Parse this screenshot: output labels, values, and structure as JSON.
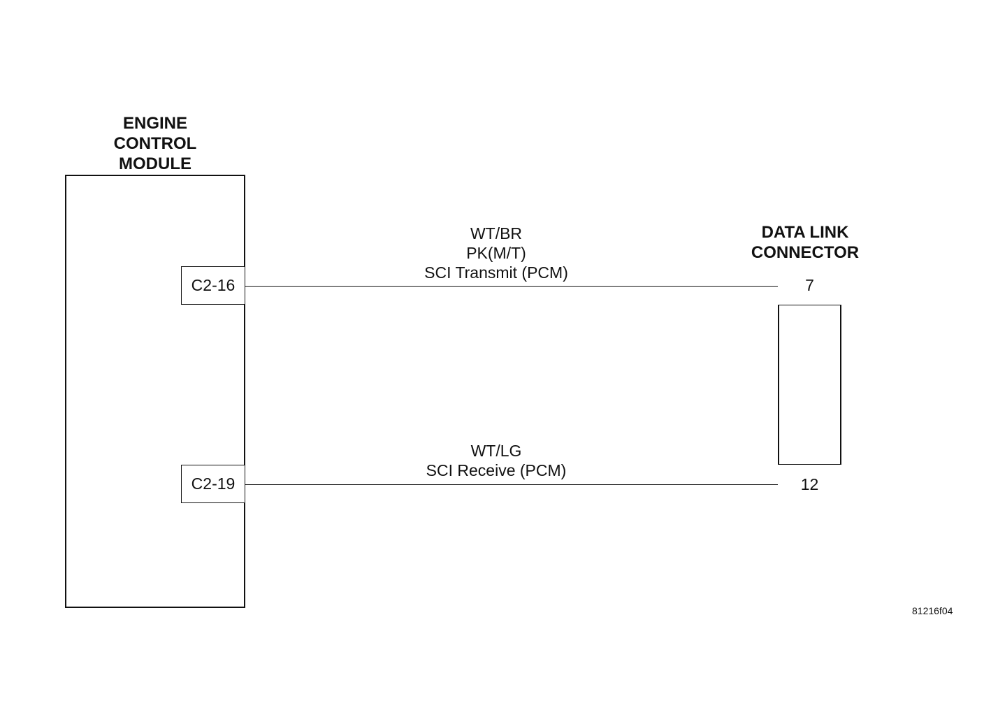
{
  "ecm": {
    "title_lines": [
      "ENGINE",
      "CONTROL",
      "MODULE"
    ],
    "pins": [
      "C2-16",
      "C2-19"
    ]
  },
  "dlc": {
    "title_lines": [
      "DATA LINK",
      "CONNECTOR"
    ],
    "pins": [
      "7",
      "12"
    ]
  },
  "circuits": [
    {
      "label_lines": [
        "WT/BR",
        "PK(M/T)",
        "SCI Transmit (PCM)"
      ]
    },
    {
      "label_lines": [
        "WT/LG",
        "SCI Receive (PCM)"
      ]
    }
  ],
  "figure_id": "81216f04",
  "colors": {
    "line": "#111111",
    "background": "#ffffff"
  }
}
